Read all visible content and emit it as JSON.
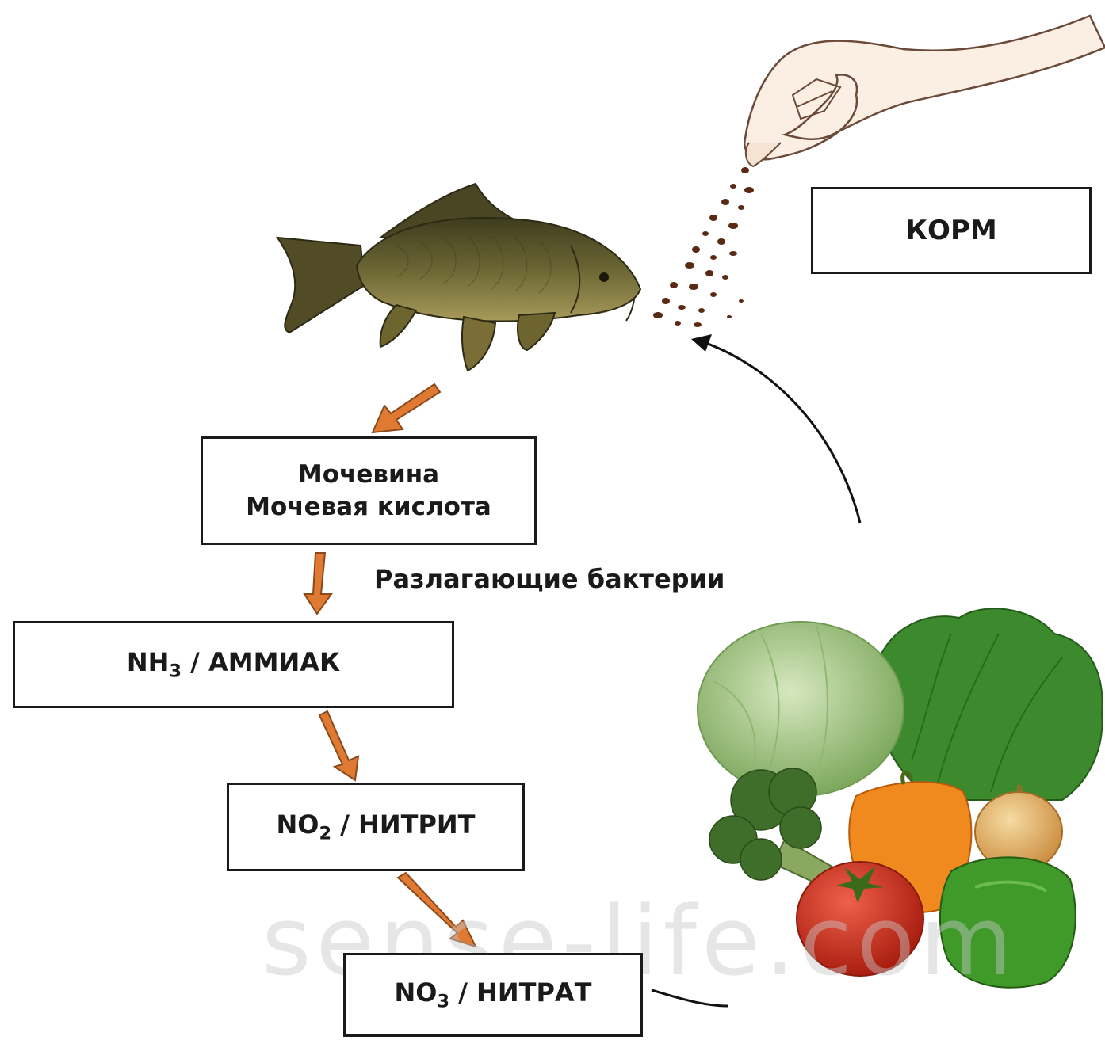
{
  "feed_box": {
    "label": "КОРМ"
  },
  "urea_box": {
    "line1": "Мочевина",
    "line2": "Мочевая кислота"
  },
  "bacteria_label": "Разлагающие бактерии",
  "ammonia_box": {
    "formula": "NH",
    "subscript": "3",
    "name": " / АММИАК"
  },
  "nitrite_box": {
    "formula": "NO",
    "subscript": "2",
    "name": " / НИТРИТ"
  },
  "nitrate_box": {
    "formula": "NO",
    "subscript": "3",
    "name": " / НИТРАТ"
  },
  "watermark": "sense-life.com",
  "colors": {
    "arrow_orange": "#e07a32",
    "arrow_outline": "#8a4a1c",
    "box_border": "#1a1a1a",
    "fish_body": "#5e5a2e",
    "cabbage": "#a9c98a",
    "lettuce": "#3d8a2e",
    "pepper_orange": "#f08a1e",
    "pepper_green": "#3f9a2a",
    "tomato": "#d8321e",
    "onion": "#e3b36a",
    "broccoli": "#3f6e2a"
  },
  "images": [
    "fish",
    "hand-sprinkling-feed",
    "feed-pellets",
    "vegetables"
  ]
}
